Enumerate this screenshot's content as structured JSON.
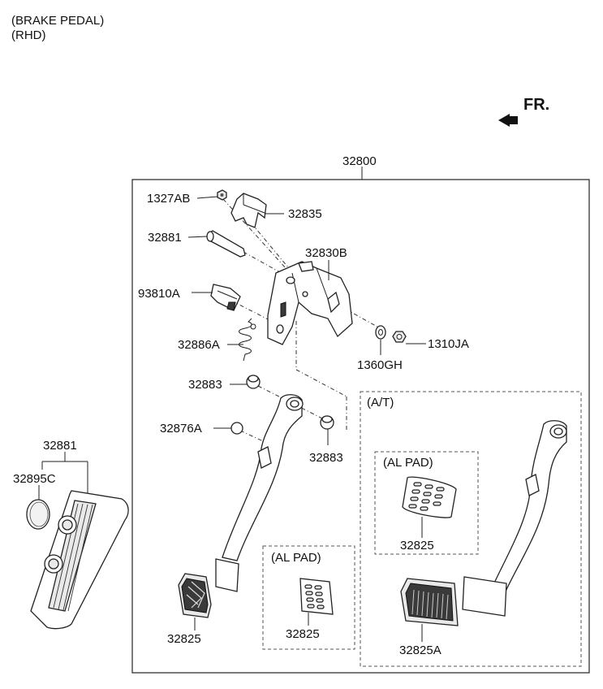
{
  "header": {
    "line1": "(BRAKE PEDAL)",
    "line2": "(RHD)"
  },
  "direction": {
    "label": "FR."
  },
  "labels": {
    "assembly": "32800",
    "bolt": "1327AB",
    "bracket": "32835",
    "pin": "32881",
    "housing": "32830B",
    "switch": "93810A",
    "spring": "32886A",
    "washer": "1360GH",
    "nut": "1310JA",
    "bushing_top": "32883",
    "bushing_right": "32883",
    "stopper": "32876A",
    "pad_mt": "32825",
    "al_pad_mt_title": "(AL PAD)",
    "al_pad_mt": "32825",
    "at_title": "(A/T)",
    "al_pad_at_title": "(AL PAD)",
    "al_pad_at": "32825",
    "pad_at": "32825A",
    "footrest_top": "32881",
    "footrest_cap": "32895C"
  }
}
